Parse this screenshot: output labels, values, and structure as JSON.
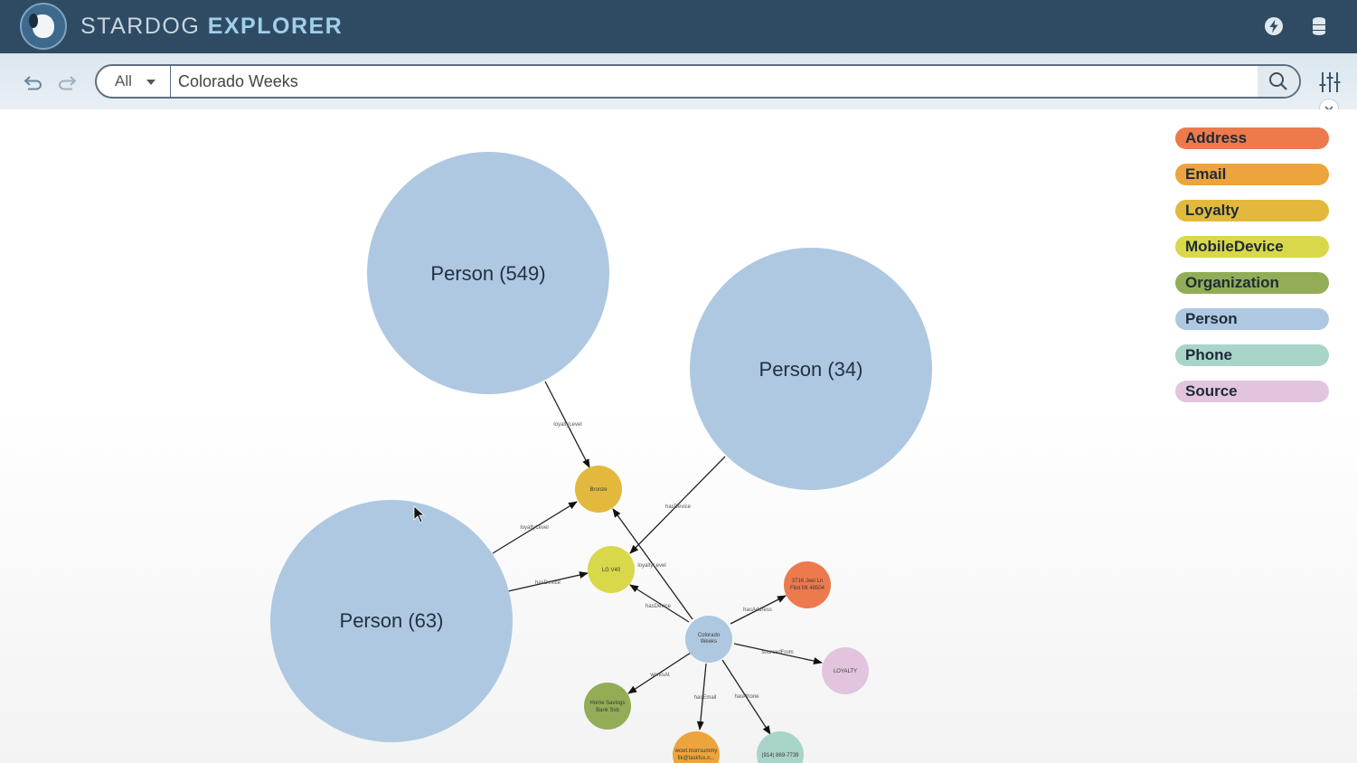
{
  "header": {
    "title_part1": "STARDOG",
    "title_part2": " EXPLORER",
    "icons": [
      "logo-icon",
      "lightning-icon",
      "database-icon"
    ]
  },
  "search": {
    "scope": "All",
    "query": "Colorado Weeks",
    "icons": [
      "undo-icon",
      "redo-icon",
      "search-icon",
      "filter-sliders-icon",
      "chevron-down-icon"
    ]
  },
  "legend": [
    {
      "label": "Address",
      "color": "#ec7a4c"
    },
    {
      "label": "Email",
      "color": "#eda43c"
    },
    {
      "label": "Loyalty",
      "color": "#e2b93c"
    },
    {
      "label": "MobileDevice",
      "color": "#d9d84b"
    },
    {
      "label": "Organization",
      "color": "#93ad57"
    },
    {
      "label": "Person",
      "color": "#aec8e1"
    },
    {
      "label": "Phone",
      "color": "#a8d4c9"
    },
    {
      "label": "Source",
      "color": "#e3c4df"
    }
  ],
  "graph": {
    "nodes": {
      "person_549": "Person (549)",
      "person_34": "Person (34)",
      "person_63": "Person (63)",
      "bronze": "Bronze",
      "lg_v40": "LG V40",
      "colorado": [
        "Colorado",
        "Weeks"
      ],
      "address": [
        "3716 Joel Ln",
        "Flint MI 48504"
      ],
      "loyalty": "LOYALTY",
      "organization": [
        "Home Savings",
        "Bank Ssb"
      ],
      "email": [
        "wcwt.morrsummy",
        "fik@taskfus.n..."
      ],
      "phone": "(914) 869-7739"
    },
    "edges": {
      "e1": "loyaltyLevel",
      "e2": "hasDevice",
      "e3": "loyaltyLevel",
      "e4": "hasDevice",
      "e5": "loyaltyLevel",
      "e6": "hasDevice",
      "e7": "hasAddress",
      "e8": "sourcedFrom",
      "e9": "worksAt",
      "e10": "hasEmail",
      "e11": "hasPhone"
    }
  }
}
